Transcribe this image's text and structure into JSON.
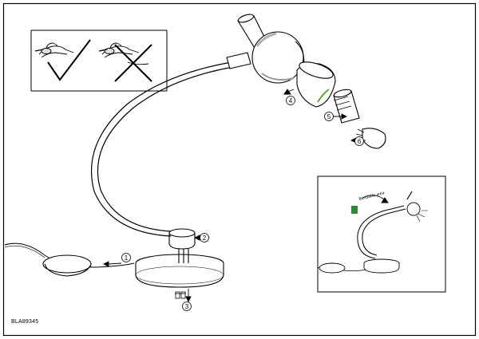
{
  "document": {
    "model_code": "BLA89345"
  },
  "steps": [
    {
      "number": "1"
    },
    {
      "number": "2"
    },
    {
      "number": "3"
    },
    {
      "number": "4"
    },
    {
      "number": "5"
    },
    {
      "number": "6"
    }
  ],
  "inset_detail": {
    "label": "Bendable area"
  },
  "colors": {
    "line": "#000000",
    "bulb_thread_highlight": "#5aa832",
    "inset_tag": "#2e8b2e",
    "lamp_head_shade": "#b0b0b0"
  },
  "icons": {
    "warning_glove_ok": "hand-pinching-icon",
    "warning_glove_no": "hand-pinching-crossed-icon",
    "screw": "screw-icon"
  }
}
